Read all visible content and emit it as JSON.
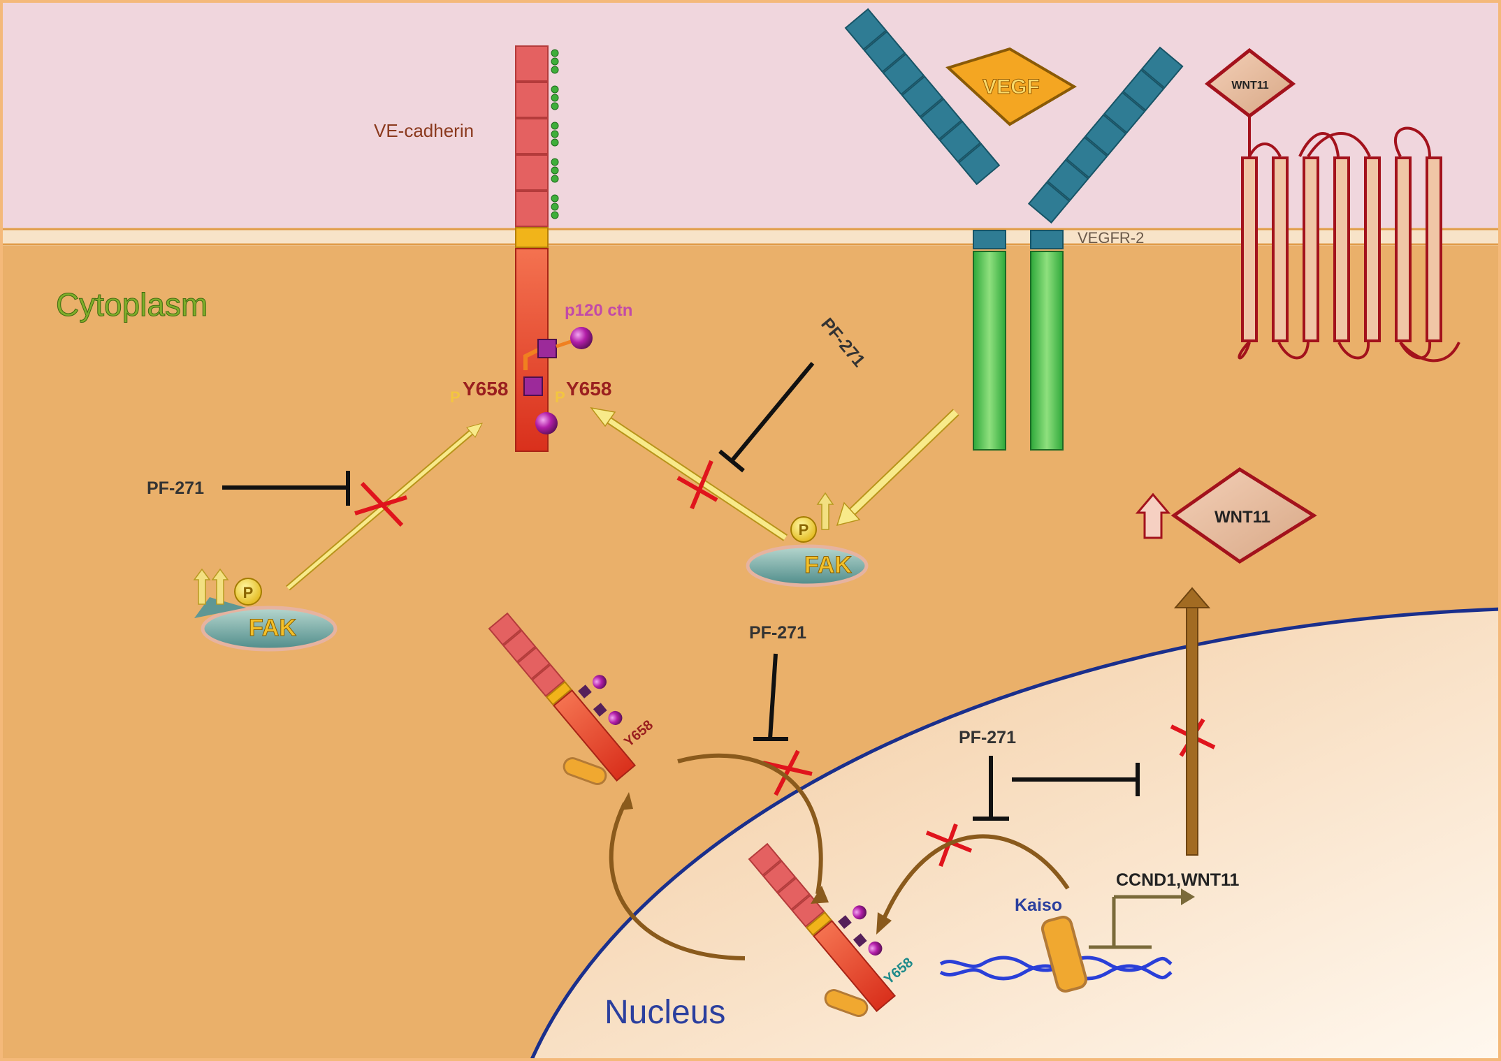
{
  "labels": {
    "ve_cadherin": "VE-cadherin",
    "cytoplasm": "Cytoplasm",
    "nucleus": "Nucleus",
    "vegf": "VEGF",
    "vegfr2": "VEGFR-2",
    "wnt11_top": "WNT11",
    "wnt11_mid": "WNT11",
    "p120": "p120 ctn",
    "y658_left": "Y658",
    "y658_right": "Y658",
    "y658_mid": "Y658",
    "y658_low": "Y658",
    "p_mark": "P",
    "fak": "FAK",
    "pf271": "PF-271",
    "kaiso": "Kaiso",
    "genes": "CCND1,WNT11"
  },
  "colors": {
    "membrane_outside": "#f0d6dd",
    "cytoplasm": "#eab06a",
    "nucleus_edge": "#1a2f8c",
    "inhibitor": "#111111",
    "block_x": "#e0141c",
    "phospho_arrow": "#f6e27a",
    "translocation_arrow": "#8a5a1c",
    "wnt11_outline": "#a3121c",
    "vegfr_ext": "#2f7c94",
    "vegfr_int": "#41b84a",
    "cadherin_ext": "#e46161",
    "cadherin_int": "#e8422c"
  }
}
